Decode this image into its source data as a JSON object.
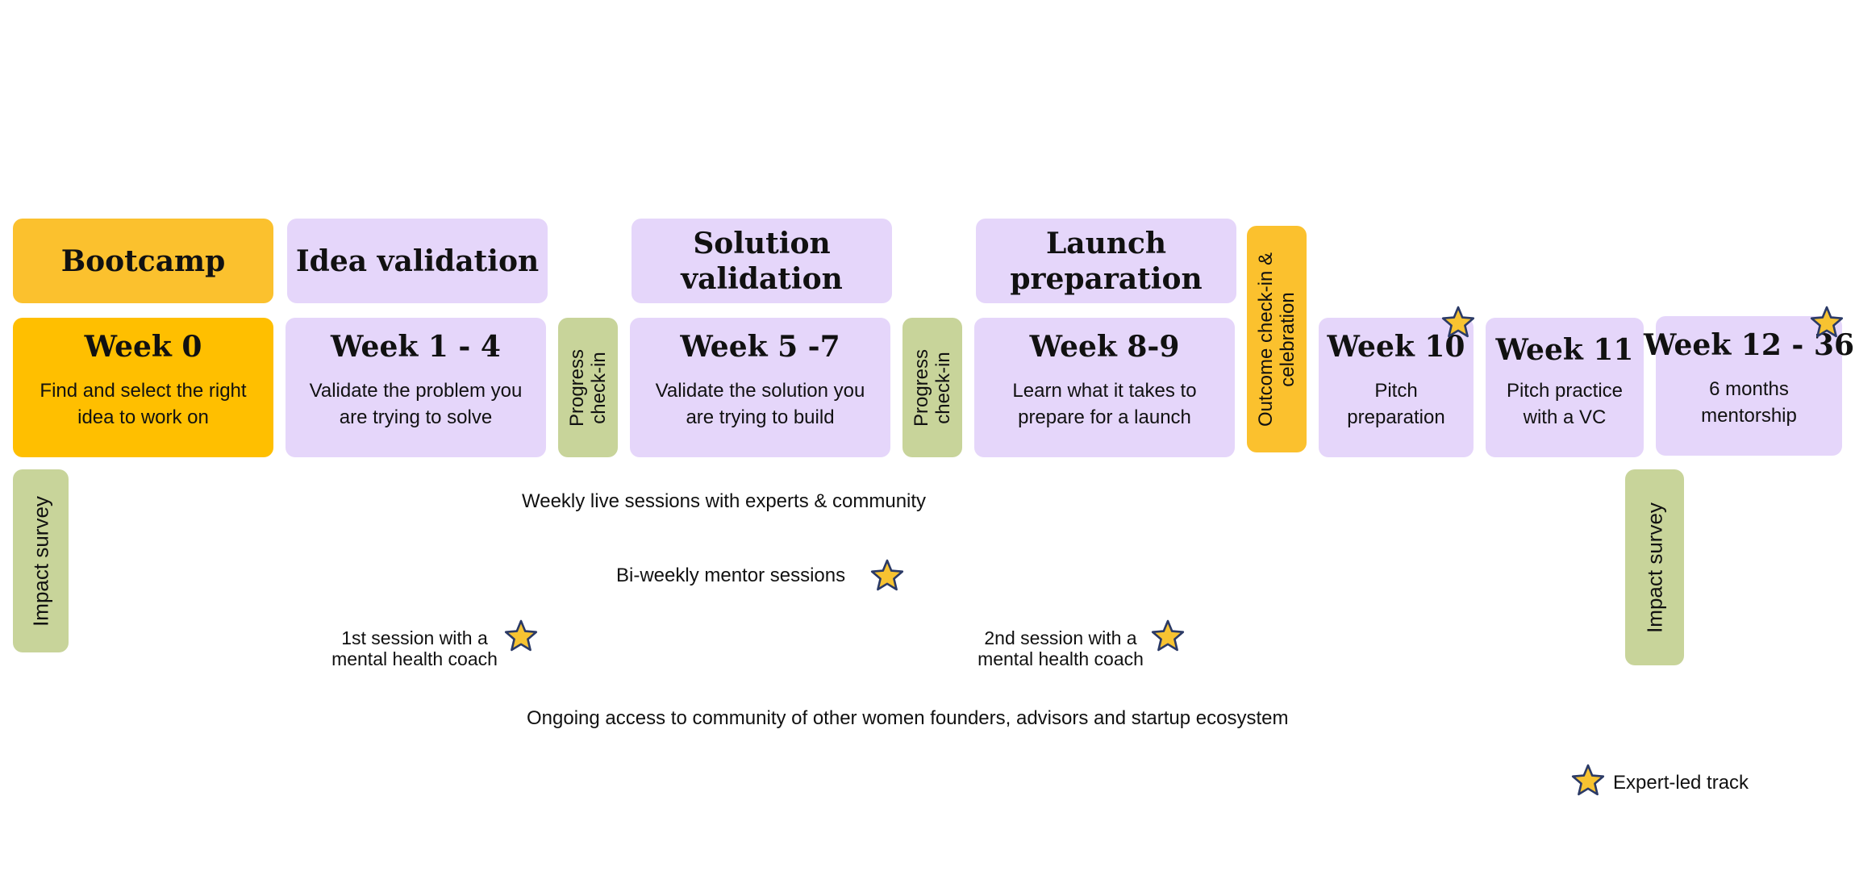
{
  "phases": {
    "bootcamp": "Bootcamp",
    "idea_validation": "Idea validation",
    "solution_validation": "Solution validation",
    "launch_preparation": "Launch preparation",
    "outcome_checkin": "Outcome check-in & celebration"
  },
  "weeks": [
    {
      "title": "Week 0",
      "desc": "Find and select the right idea to work on"
    },
    {
      "title": "Week 1 - 4",
      "desc": "Validate the problem you are trying to solve"
    },
    {
      "title": "Week 5 -7",
      "desc": "Validate the solution you are trying to build"
    },
    {
      "title": "Week 8-9",
      "desc": "Learn what it takes to prepare for a launch"
    },
    {
      "title": "Week 10",
      "desc": "Pitch preparation"
    },
    {
      "title": "Week 11",
      "desc": "Pitch practice with a VC"
    },
    {
      "title": "Week 12 - 36",
      "desc": "6 months mentorship"
    }
  ],
  "checkins": {
    "progress_1": "Progress check-in",
    "progress_2": "Progress check-in"
  },
  "surveys": {
    "start": "Impact survey",
    "end": "Impact survey"
  },
  "activities": {
    "weekly_live": "Weekly live sessions with experts & community",
    "biweekly_mentor": "Bi-weekly mentor sessions",
    "coach_1": "1st session with a mental health coach",
    "coach_2": "2nd session with a mental health coach",
    "ongoing_access": "Ongoing access to community of other women founders, advisors and startup ecosystem"
  },
  "legend": {
    "expert_led": "Expert-led track",
    "icon": "star-icon"
  },
  "colors": {
    "orange": "#fbc12e",
    "orange_strong": "#ffbf00",
    "lavender": "#e5d6fa",
    "green": "#c8d49a",
    "star_fill": "#f7c331",
    "star_stroke": "#2b3a66"
  }
}
